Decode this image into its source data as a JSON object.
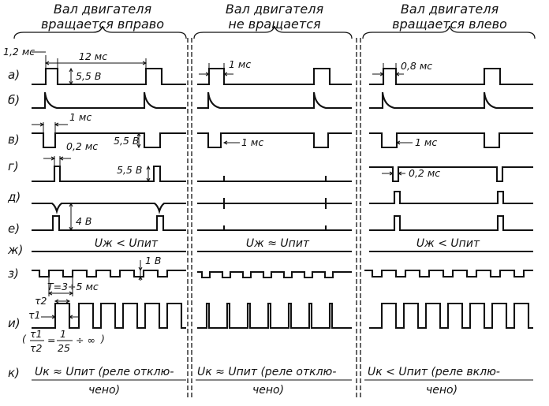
{
  "columns": [
    {
      "title1": "Вал двигателя",
      "title2": "вращается вправо"
    },
    {
      "title1": "Вал двигателя",
      "title2": "не вращается"
    },
    {
      "title1": "Вал двигателя",
      "title2": "вращается влево"
    }
  ],
  "row_labels": [
    "а)",
    "б)",
    "в)",
    "г)",
    "д)",
    "е)",
    "ж)",
    "з)",
    "и)",
    "к)"
  ],
  "annotations": {
    "a_t1": "1,2 мс",
    "a_t2": "12 мс",
    "a_amp": "5,5 В",
    "v_t": "1 мс",
    "v_amp": "5,5 В",
    "g_t": "0,2 мс",
    "g_amp": "5,5 В",
    "e_amp": "4 В",
    "z_amp": "1 В",
    "z_period": "T=3÷5 мс",
    "i_tau2": "τ2",
    "i_tau1": "τ1",
    "i_ratio_num": "τ1",
    "i_ratio_den": "τ2",
    "i_ratio_eq": "=",
    "i_ratio_frac_num": "1",
    "i_ratio_frac_den": "25",
    "i_ratio_tail": "÷ ∞",
    "col2_a_t": "1 мс",
    "col2_v_t": "1 мс",
    "col3_a_t": "0,8 мс",
    "col3_v_t": "1 мс",
    "col3_g_t": "0,2 мс"
  },
  "zh_conditions": [
    "Uж < Uпит",
    "Uж ≈ Uпит",
    "Uж < Uпит"
  ],
  "k_states": [
    {
      "line1": "Uк ≈ Uпит (реле отклю-",
      "line2": "чено)"
    },
    {
      "line1": "Uк ≈ Uпит (реле отклю-",
      "line2": "чено)"
    },
    {
      "line1": "Uк < Uпит (реле вклю-",
      "line2": "чено)"
    }
  ]
}
